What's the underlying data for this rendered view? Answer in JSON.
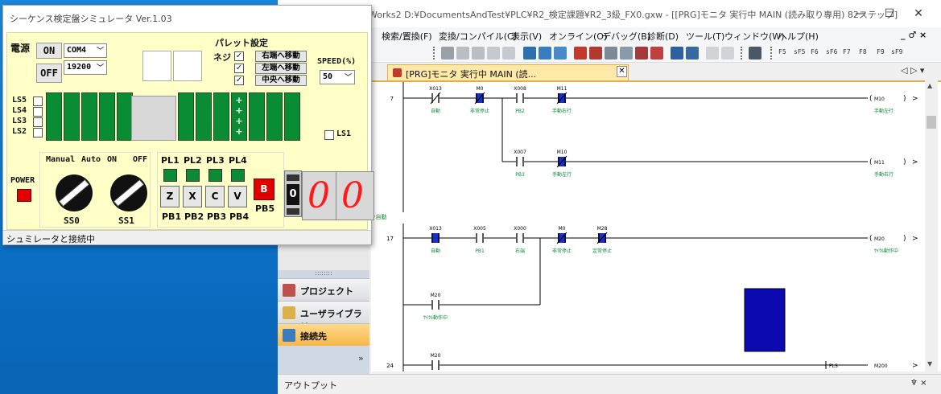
{
  "ide": {
    "title": "Works2 D:¥DocumentsAndTest¥PLC¥R2_検定課題¥R2_3級_FX0.gxw - [[PRG]モニタ 実行中 MAIN (読み取り専用) 82ステップ]",
    "window_controls": {
      "minimize": "—",
      "maximize": "☐",
      "close": "✕"
    },
    "mdi_controls": "_ ♂ ×",
    "menu": [
      "検索/置換(F)",
      "変換/コンパイル(C)",
      "表示(V)",
      "オンライン(O)",
      "デバッグ(B)",
      "診断(D)",
      "ツール(T)",
      "ウィンドウ(W)",
      "ヘルプ(H)"
    ],
    "toolbar_fkeys": [
      "F5",
      "sF5",
      "F6",
      "sF6",
      "F7",
      "F8",
      "F9",
      "sF9"
    ],
    "tab": {
      "label": "[PRG]モニタ 実行中 MAIN (読...",
      "close": "✕"
    },
    "tab_arrows": "◁ ▷ ▾",
    "navigation": {
      "splitter": "::::::::",
      "items": [
        {
          "label": "プロジェクト",
          "active": false
        },
        {
          "label": "ユーザライブラリ",
          "active": false
        },
        {
          "label": "接続先",
          "active": true
        }
      ],
      "more": "»"
    },
    "output": {
      "label": "アウトプット",
      "pin": "♆ ×"
    }
  },
  "ladder": {
    "side_label": "*自動",
    "rungs": [
      {
        "step": "7",
        "contacts": [
          {
            "device": "X013",
            "comment": "自動",
            "type": "nc",
            "on": false
          },
          {
            "device": "M0",
            "comment": "非常停止",
            "type": "nc",
            "on": true
          },
          {
            "device": "X008",
            "comment": "PB2",
            "type": "no",
            "on": false
          },
          {
            "device": "M11",
            "comment": "手動右行",
            "type": "nc",
            "on": true
          }
        ],
        "coil": {
          "device": "M10",
          "comment": "手動左行"
        }
      },
      {
        "step": "",
        "contacts": [
          {
            "device": "X007",
            "comment": "PB3",
            "type": "no",
            "on": false
          },
          {
            "device": "M10",
            "comment": "手動左行",
            "type": "nc",
            "on": true
          }
        ],
        "coil": {
          "device": "M11",
          "comment": "手動右行"
        }
      },
      {
        "step": "17",
        "contacts": [
          {
            "device": "X013",
            "comment": "自動",
            "type": "no",
            "on": true
          },
          {
            "device": "X005",
            "comment": "PB1",
            "type": "no",
            "on": false
          },
          {
            "device": "X000",
            "comment": "右端",
            "type": "no",
            "on": false
          },
          {
            "device": "M0",
            "comment": "非常停止",
            "type": "nc",
            "on": true
          },
          {
            "device": "M28",
            "comment": "定常停止",
            "type": "nc",
            "on": true
          }
        ],
        "coil": {
          "device": "M20",
          "comment": "ｻｲｸﾙ動作中"
        }
      },
      {
        "step": "",
        "contacts": [
          {
            "device": "M20",
            "comment": "ｻｲｸﾙ動作中",
            "type": "no",
            "on": false
          }
        ],
        "coil": null
      },
      {
        "step": "24",
        "contacts": [
          {
            "device": "M20",
            "comment": "",
            "type": "no",
            "on": false
          }
        ],
        "coil": {
          "device": "M200",
          "comment": "",
          "instruction": "PLS"
        }
      }
    ]
  },
  "simulator": {
    "title": "シーケンス検定盤シミュレータ Ver.1.03",
    "status": "シュミレータと接続中",
    "power_label": "電源",
    "on_btn": "ON",
    "off_btn": "OFF",
    "port": "COM4",
    "baud": "19200",
    "pallet_title": "パレット設定",
    "screw_label": "ネジ",
    "pallet_buttons": [
      "右端へ移動",
      "左端へ移動",
      "中央へ移動"
    ],
    "speed_label": "SPEED(%)",
    "speed_value": "50",
    "ls_labels": [
      "LS5",
      "LS4",
      "LS3",
      "LS2"
    ],
    "ls1_label": "LS1",
    "belt_marks": [
      "+",
      "+",
      "+",
      "+"
    ],
    "mode_labels": [
      "Manual",
      "Auto",
      "ON",
      "OFF"
    ],
    "power_lamp": "POWER",
    "selectors": [
      "SS0",
      "SS1"
    ],
    "pilot_labels": [
      "PL1",
      "PL2",
      "PL3",
      "PL4"
    ],
    "push_buttons": [
      "Z",
      "X",
      "C",
      "V"
    ],
    "pb_labels": [
      "PB1",
      "PB2",
      "PB3",
      "PB4"
    ],
    "pb5_key": "B",
    "pb5_label": "PB5",
    "toggle_value": "0",
    "display_digits": [
      "0",
      "0"
    ],
    "colors": {
      "belt": "#0a8c34",
      "lamp_red": "#e00000",
      "digit": "#ff1a1a",
      "panel": "#ffffc8"
    }
  }
}
